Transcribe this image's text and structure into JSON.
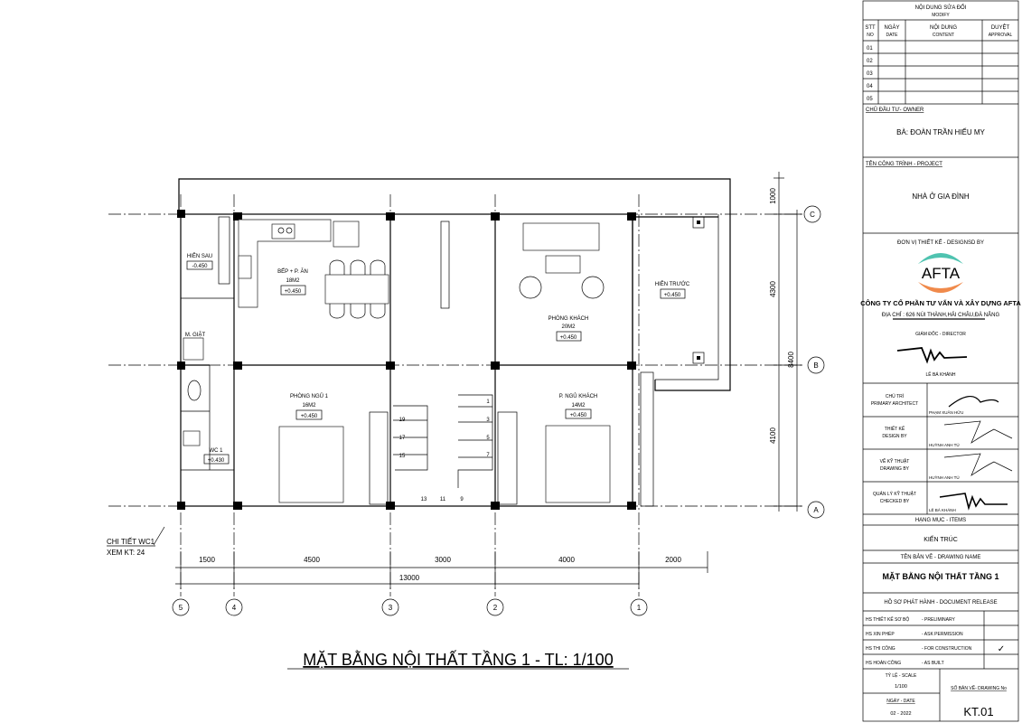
{
  "plan": {
    "title": "MẶT BẰNG NỘI THẤT TẦNG 1 - TL: 1/100",
    "note_line1": "CHI TIẾT WC1",
    "note_line2": "XEM KT: 24",
    "rooms": [
      {
        "name": "HIÊN SAU",
        "area": "",
        "level": "-0.450"
      },
      {
        "name": "BẾP + P. ĂN",
        "area": "18M2",
        "level": "+0.450"
      },
      {
        "name": "M. GIẶT",
        "area": "",
        "level": ""
      },
      {
        "name": "WC 1",
        "area": "",
        "level": "+0.430"
      },
      {
        "name": "PHÒNG NGỦ 1",
        "area": "16M2",
        "level": "+0.450"
      },
      {
        "name": "PHÒNG KHÁCH",
        "area": "20M2",
        "level": "+0.450"
      },
      {
        "name": "HIÊN TRƯỚC",
        "area": "",
        "level": "+0.450"
      },
      {
        "name": "P. NGỦ KHÁCH",
        "area": "14M2",
        "level": "+0.450"
      }
    ],
    "stair_numbers": [
      "1",
      "3",
      "5",
      "7",
      "9",
      "11",
      "13",
      "15",
      "17",
      "19"
    ],
    "dims_bottom": [
      "1500",
      "4500",
      "3000",
      "4000",
      "2000"
    ],
    "dim_total": "13000",
    "dims_right": [
      "1000",
      "4300",
      "4100"
    ],
    "dim_right_total": "8400",
    "axes_x": [
      "5",
      "4",
      "3",
      "2",
      "1"
    ],
    "axes_y": [
      "C",
      "B",
      "A"
    ]
  },
  "title_block": {
    "modify_title": "NỘI DUNG SỬA ĐỔI",
    "modify_sub": "MODIFY",
    "col_stt": "STT",
    "col_no": "NO",
    "col_ngay": "NGÀY",
    "col_date": "DATE",
    "col_noidung": "NỘI DUNG",
    "col_content": "CONTENT",
    "col_duyet": "DUYỆT",
    "col_approval": "APPROVAL",
    "rows": [
      "01",
      "02",
      "03",
      "04",
      "05"
    ],
    "owner_label": "CHỦ ĐẦU TƯ- OWNER",
    "owner": "BÀ: ĐOÀN TRẦN HIẾU MY",
    "project_label": "TÊN CÔNG TRÌNH - PROJECT",
    "project": "NHÀ Ở GIA ĐÌNH",
    "designed_label": "ĐƠN VỊ THIẾT KẾ - DESIGNSD BY",
    "logo": "AFTA",
    "company": "CÔNG TY CỔ PHẦN TƯ VẤN VÀ XÂY DỰNG AFTA",
    "address": "ĐỊA CHỈ : 626 NÚI THÀNH,HẢI CHÂU,ĐÀ NẴNG",
    "director_label": "GIÁM ĐỐC - DIRECTOR",
    "director": "LÊ BÁ KHÁNH",
    "roles": [
      {
        "l1": "CHỦ TRÌ",
        "l2": "PRIMARY ARCHITECT",
        "name": "PHẠM XUÂN HỮU"
      },
      {
        "l1": "THIẾT KẾ",
        "l2": "DESIGN BY",
        "name": "HUỲNH ANH TÚ"
      },
      {
        "l1": "VẼ KỸ THUẬT",
        "l2": "DRAWING BY",
        "name": "HUỲNH ANH TÚ"
      },
      {
        "l1": "QUẢN LÝ KỸ THUẬT",
        "l2": "CHECKED BY",
        "name": "LÊ BÁ KHÁNH"
      }
    ],
    "items_label": "HẠNG MỤC - ITEMS",
    "items": "KIẾN TRÚC",
    "drawing_name_label": "TÊN BẢN VẼ - DRAWING NAME",
    "drawing_name": "MẶT BẰNG NỘI THẤT TẦNG 1",
    "release_label": "HỒ SƠ PHÁT HÀNH - DOCUMENT RELEASE",
    "release": [
      {
        "vi": "HS THIẾT KẾ SƠ BỘ",
        "en": "- PRELIMINARY",
        "checked": false
      },
      {
        "vi": "HS XIN PHÉP",
        "en": "- ASK PERMISSION",
        "checked": false
      },
      {
        "vi": "HS THI CÔNG",
        "en": "- FOR CONSTRUCTION",
        "checked": true
      },
      {
        "vi": "HS HOÀN CÔNG",
        "en": "- AS BUILT",
        "checked": false
      }
    ],
    "check_mark": "✓",
    "scale_label": "TỶ LỆ - SCALE",
    "scale": "1/100",
    "date_label": "NGÀY - DATE",
    "date": "02 - 2022",
    "drawing_no_label": "SỐ BẢN VẼ- DRAWING No",
    "drawing_no": "KT.01"
  }
}
